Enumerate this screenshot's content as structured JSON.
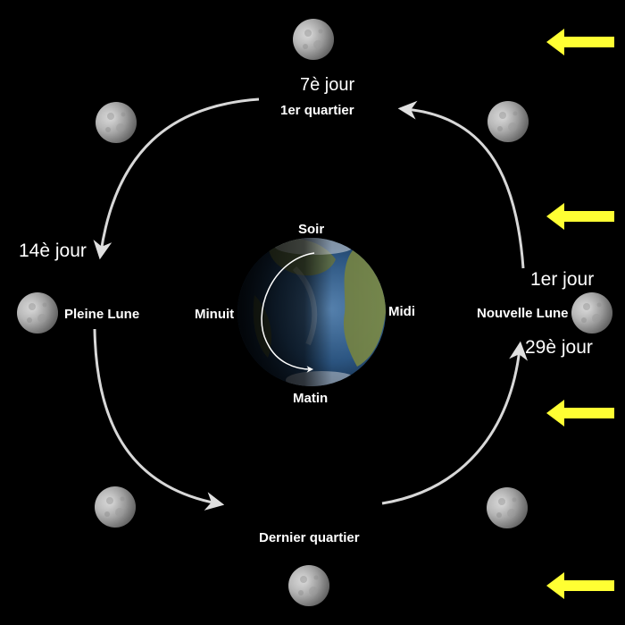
{
  "colors": {
    "background": "#000000",
    "sun_arrow": "#ffff33",
    "orbit_arrow": "#d8d8d8",
    "text": "#ffffff"
  },
  "labels": {
    "day7": "7è jour",
    "first_quarter": "1er quartier",
    "day14": "14è jour",
    "full_moon": "Pleine Lune",
    "day1": "1er jour",
    "new_moon": "Nouvelle Lune",
    "day29": "29è jour",
    "last_quarter": "Dernier quartier"
  },
  "earth": {
    "evening": "Soir",
    "midnight": "Minuit",
    "noon": "Midi",
    "morning": "Matin"
  },
  "icons": {
    "moon": "moon-icon",
    "earth": "earth-icon",
    "sunlight_arrow": "sunlight-arrow-icon",
    "orbit_arrow": "orbit-arrow-icon"
  }
}
